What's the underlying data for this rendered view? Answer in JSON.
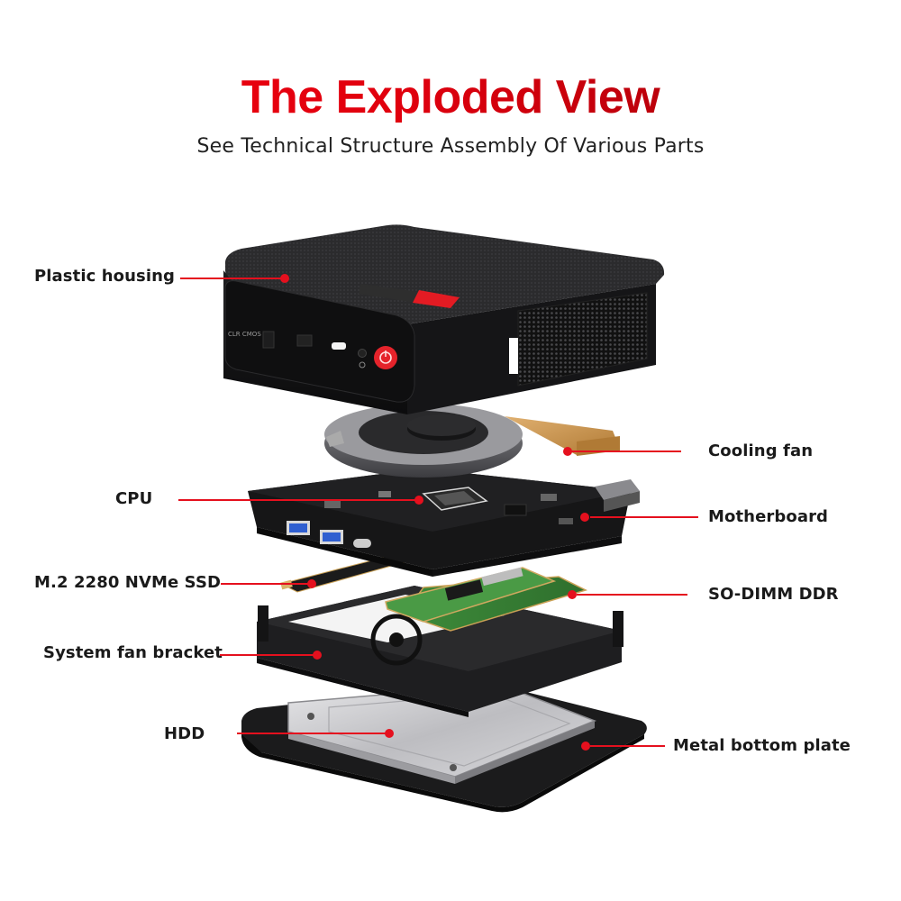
{
  "header": {
    "title": "The Exploded View",
    "subtitle": "See Technical Structure Assembly Of Various Parts"
  },
  "device": {
    "front_panel_text": "CLR CMOS"
  },
  "callouts": [
    {
      "id": "plastic-housing",
      "label": "Plastic housing",
      "side": "left"
    },
    {
      "id": "cooling-fan",
      "label": "Cooling fan",
      "side": "right"
    },
    {
      "id": "cpu",
      "label": "CPU",
      "side": "left"
    },
    {
      "id": "motherboard",
      "label": "Motherboard",
      "side": "right"
    },
    {
      "id": "m2-ssd",
      "label": "M.2 2280 NVMe SSD",
      "side": "left"
    },
    {
      "id": "so-dimm",
      "label": "SO-DIMM DDR",
      "side": "right"
    },
    {
      "id": "system-fan-bracket",
      "label": "System fan bracket",
      "side": "left"
    },
    {
      "id": "hdd",
      "label": "HDD",
      "side": "left"
    },
    {
      "id": "metal-bottom-plate",
      "label": "Metal bottom plate",
      "side": "right"
    }
  ],
  "colors": {
    "accent_red": "#e5101e",
    "title_red": "#e3000f",
    "title_dark_red": "#9a0008",
    "text": "#1a1a1a"
  }
}
